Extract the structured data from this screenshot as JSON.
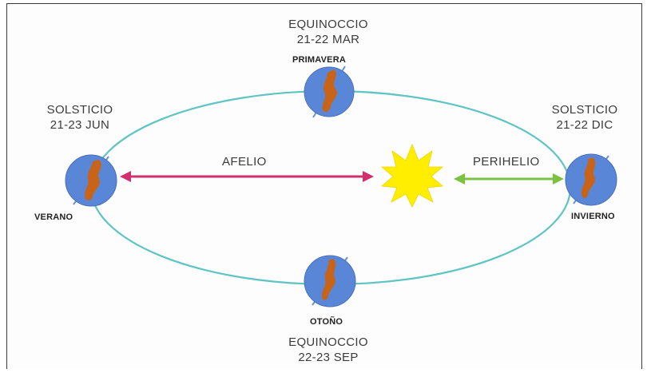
{
  "equinox_march": {
    "line1": "EQUINOCCIO",
    "line2": "21-22 MAR",
    "season": "PRIMAVERA"
  },
  "solstice_june": {
    "line1": "SOLSTICIO",
    "line2": "21-23 JUN",
    "season": "VERANO"
  },
  "solstice_dec": {
    "line1": "SOLSTICIO",
    "line2": "21-22 DIC",
    "season": "INVIERNO"
  },
  "equinox_sep": {
    "line1": "EQUINOCCIO",
    "line2": "22-23 SEP",
    "season": "OTOÑO"
  },
  "aphelion": {
    "label": "AFELIO",
    "color": "#d0306e"
  },
  "perihelion": {
    "label": "PERIHELIO",
    "color": "#7cc242"
  },
  "colors": {
    "orbit": "#5ec4c4",
    "sun": "#ffee00",
    "earth": "#5a86d8",
    "land": "#c8641a"
  }
}
